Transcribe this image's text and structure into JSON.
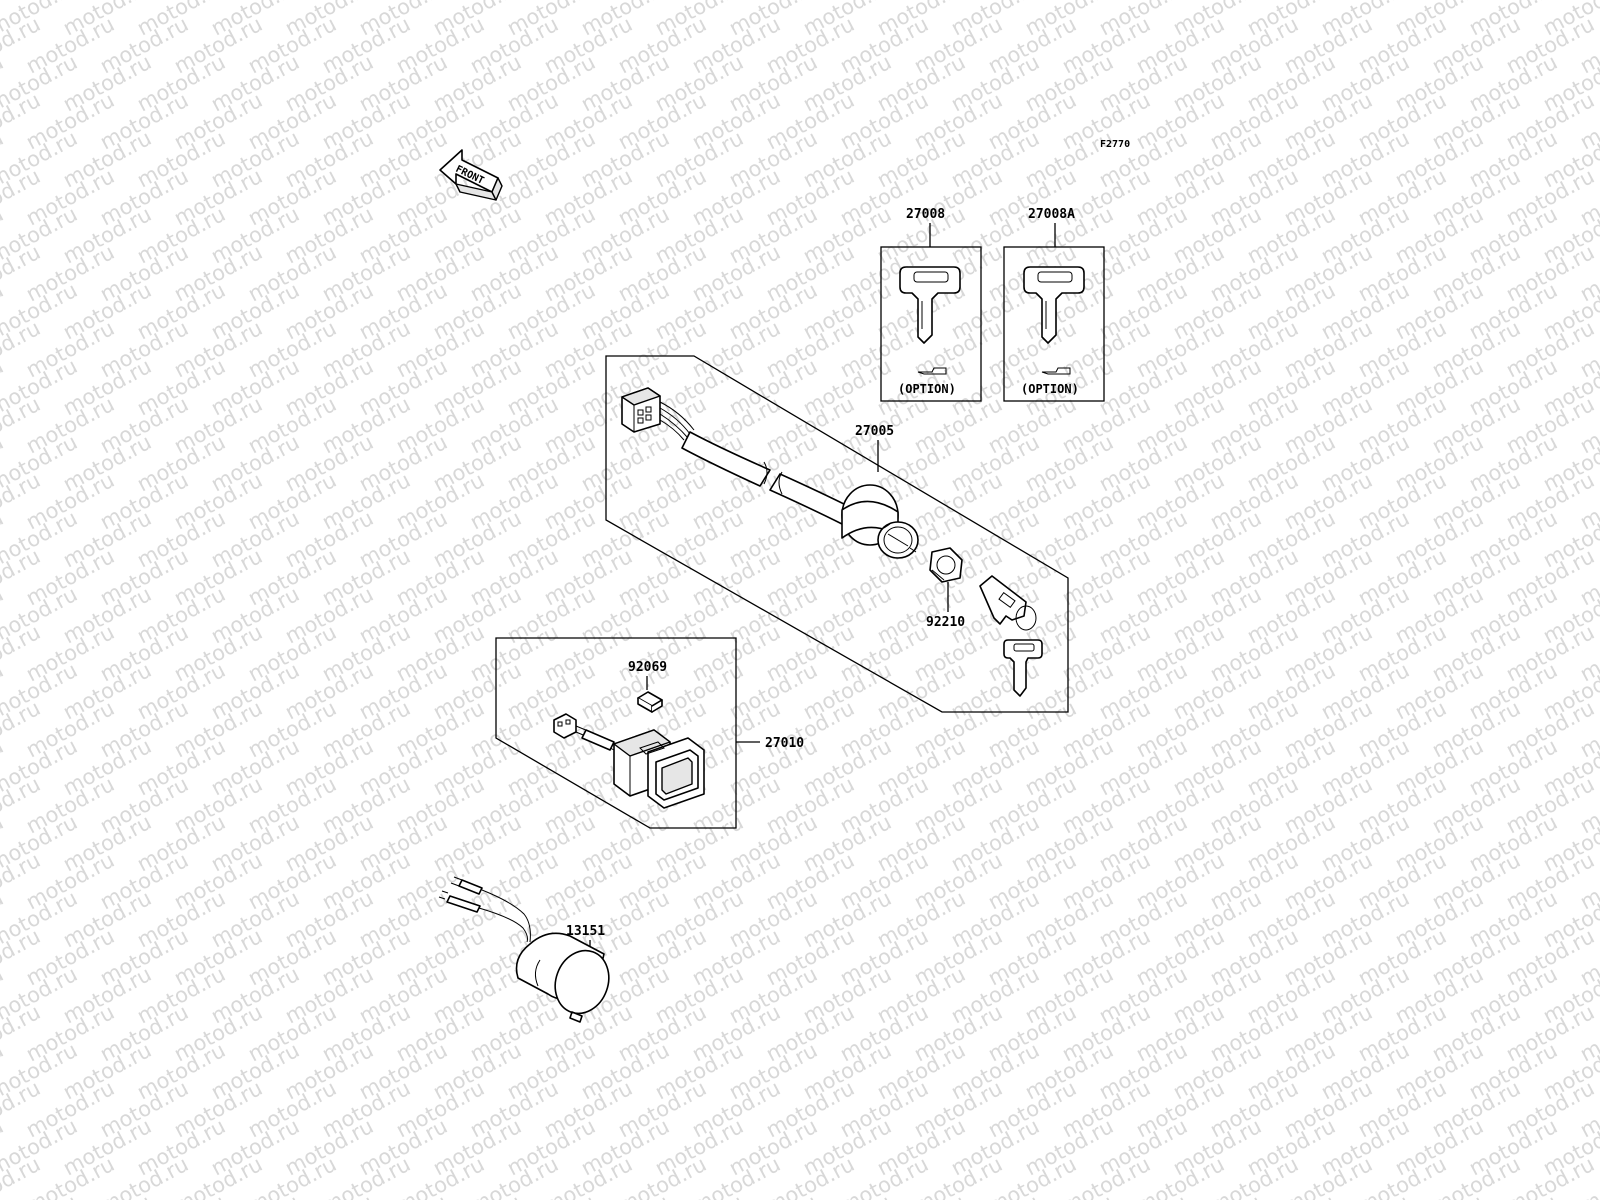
{
  "watermark": {
    "text": "motod.ru",
    "color": "#d8d8d8"
  },
  "diagram_code": "F2770",
  "front_arrow_label": "FRONT",
  "parts": {
    "key_27008": {
      "number": "27008",
      "note": "(OPTION)"
    },
    "key_27008A": {
      "number": "27008A",
      "note": "(OPTION)"
    },
    "ignition_switch": {
      "number": "27005"
    },
    "nut": {
      "number": "92210"
    },
    "bulb": {
      "number": "92069"
    },
    "headlight_switch": {
      "number": "27010"
    },
    "relay": {
      "number": "13151"
    }
  }
}
